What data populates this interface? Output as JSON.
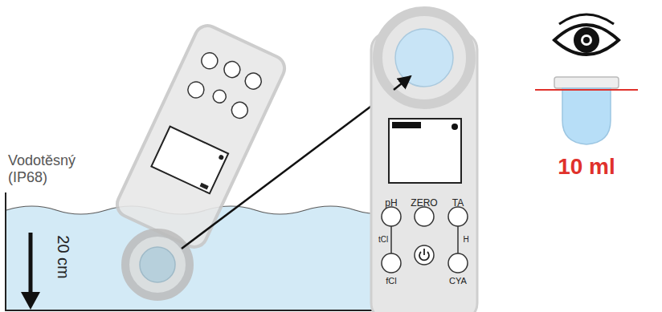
{
  "diagram": {
    "labels": [
      "Vodotěsný (IP68)",
      "20 cm",
      "pH",
      "ZERO",
      "TA",
      "tCl",
      "fCl",
      "H",
      "CYA",
      "10 ml"
    ]
  }
}
